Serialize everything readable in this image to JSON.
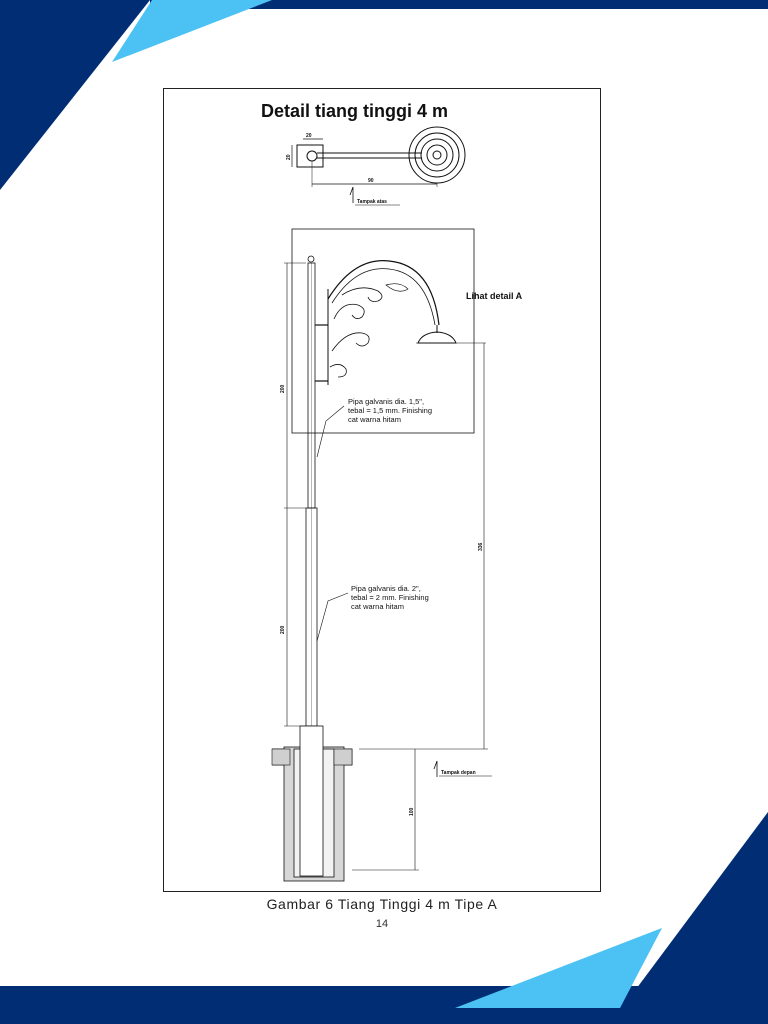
{
  "colors": {
    "navy": "#012d74",
    "light_blue": "#4cc2f4",
    "line": "#111111"
  },
  "drawing": {
    "title": "Detail tiang tinggi 4 m",
    "top_view": {
      "dim_width": "20",
      "dim_height": "20",
      "dim_arm": "90",
      "label": "Tampak atas"
    },
    "elevation": {
      "detail_label": "Lihat detail A",
      "note_upper": [
        "Pipa galvanis dia. 1,5\",",
        "tebal = 1,5 mm. Finishing",
        "cat warna hitam"
      ],
      "note_lower": [
        "Pipa galvanis dia. 2\",",
        "tebal = 2 mm. Finishing",
        "cat warna hitam"
      ],
      "dim_upper_pole": "200",
      "dim_lower_pole": "200",
      "dim_lamp_height": "336",
      "dim_foundation": "100",
      "front_label": "Tampak depan"
    }
  },
  "caption": "Gambar 6 Tiang Tinggi 4 m Tipe A",
  "page_number": "14"
}
